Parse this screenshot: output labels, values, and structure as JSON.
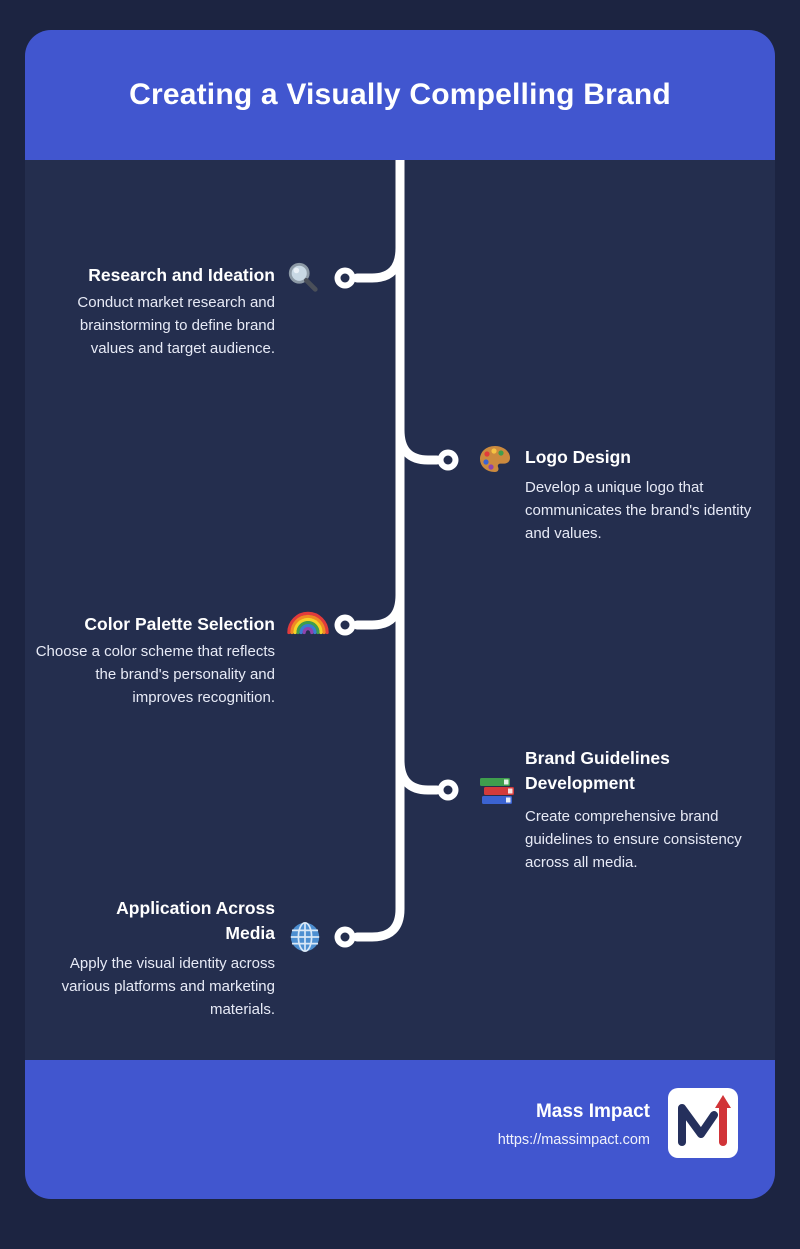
{
  "page": {
    "title": "Creating a Visually Compelling Brand"
  },
  "timeline": {
    "items": [
      {
        "side": "left",
        "title": "Research and Ideation",
        "icon": "magnifier-icon",
        "description": "Conduct market research and brainstorming to define brand values and target audience."
      },
      {
        "side": "right",
        "title": "Logo Design",
        "icon": "palette-icon",
        "description": "Develop a unique logo that communicates the brand's identity and values."
      },
      {
        "side": "left",
        "title": "Color Palette Selection",
        "icon": "rainbow-icon",
        "description": "Choose a color scheme that reflects the brand's personality and improves recognition."
      },
      {
        "side": "right",
        "title": "Brand Guidelines Development",
        "icon": "books-icon",
        "description": "Create comprehensive brand guidelines to ensure consistency across all media."
      },
      {
        "side": "left",
        "title": "Application Across Media",
        "icon": "globe-icon",
        "description": "Apply the visual identity across various platforms and marketing materials."
      }
    ]
  },
  "footer": {
    "brand_name": "Mass Impact",
    "brand_url": "https://massimpact.com",
    "logo": "mass-impact-logo"
  },
  "colors": {
    "background": "#1c2441",
    "card_body": "#242e4e",
    "accent_blue": "#4156cf",
    "timeline_line": "#ffffff"
  }
}
